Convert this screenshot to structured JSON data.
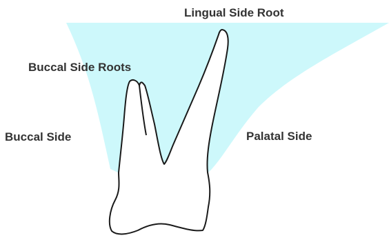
{
  "colors": {
    "bone_fill": "#cdf8fb",
    "tooth_outline": "#1a1a1a",
    "tooth_fill": "#ffffff",
    "label_text": "#333333"
  },
  "labels": {
    "lingual_side_root": "Lingual Side Root",
    "buccal_side_roots": "Buccal Side Roots",
    "buccal_side": "Buccal Side",
    "palatal_side": "Palatal Side"
  }
}
